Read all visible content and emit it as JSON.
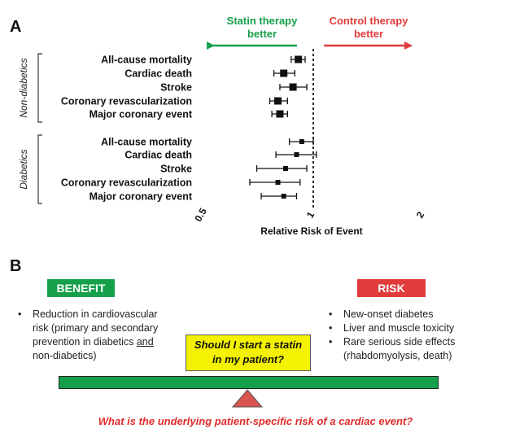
{
  "panel_a": {
    "letter": "A",
    "statin_label_line1": "Statin therapy",
    "statin_label_line2": "better",
    "control_label_line1": "Control therapy",
    "control_label_line2": "better",
    "colors": {
      "statin": "#16a04a",
      "control": "#e23b3b",
      "markers": "#111111"
    }
  },
  "chart_data": {
    "type": "forest",
    "xlabel": "Relative Risk of Event",
    "xscale": "log",
    "xlim": [
      0.5,
      2
    ],
    "xticks": [
      "0.5",
      "1",
      "2"
    ],
    "reference_line": 1,
    "groups": [
      {
        "name": "Non-diabetics",
        "rows": [
          {
            "label": "All-cause mortality",
            "rr": 0.91,
            "lo": 0.87,
            "hi": 0.95
          },
          {
            "label": "Cardiac death",
            "rr": 0.83,
            "lo": 0.78,
            "hi": 0.89
          },
          {
            "label": "Stroke",
            "rr": 0.88,
            "lo": 0.81,
            "hi": 0.96
          },
          {
            "label": "Coronary revascularization",
            "rr": 0.8,
            "lo": 0.76,
            "hi": 0.85
          },
          {
            "label": "Major coronary event",
            "rr": 0.81,
            "lo": 0.77,
            "hi": 0.85
          }
        ]
      },
      {
        "name": "Diabetics",
        "rows": [
          {
            "label": "All-cause mortality",
            "rr": 0.93,
            "lo": 0.86,
            "hi": 1.0
          },
          {
            "label": "Cardiac death",
            "rr": 0.9,
            "lo": 0.79,
            "hi": 1.02
          },
          {
            "label": "Stroke",
            "rr": 0.84,
            "lo": 0.7,
            "hi": 0.96
          },
          {
            "label": "Coronary revascularization",
            "rr": 0.8,
            "lo": 0.67,
            "hi": 0.92
          },
          {
            "label": "Major coronary event",
            "rr": 0.83,
            "lo": 0.72,
            "hi": 0.9
          }
        ]
      }
    ]
  },
  "panel_b": {
    "letter": "B",
    "benefit_label": "BENEFIT",
    "risk_label": "RISK",
    "benefit_lines": [
      "Reduction in cardiovascular",
      "risk (primary and secondary",
      "prevention in diabetics and",
      "non-diabetics)"
    ],
    "risk_items": [
      "New-onset diabetes",
      "Liver and muscle toxicity",
      "Rare serious side effects (rhabdomyolysis, death)"
    ],
    "question_line1": "Should I start a statin",
    "question_line2": "in my patient?",
    "bottom_question": "What is the underlying patient-specific risk of a cardiac event?",
    "colors": {
      "benefit": "#16a04a",
      "risk": "#e23b3b",
      "question_box": "#f4f200",
      "beam": "#15a04a",
      "fulcrum": "#d9534f"
    }
  }
}
